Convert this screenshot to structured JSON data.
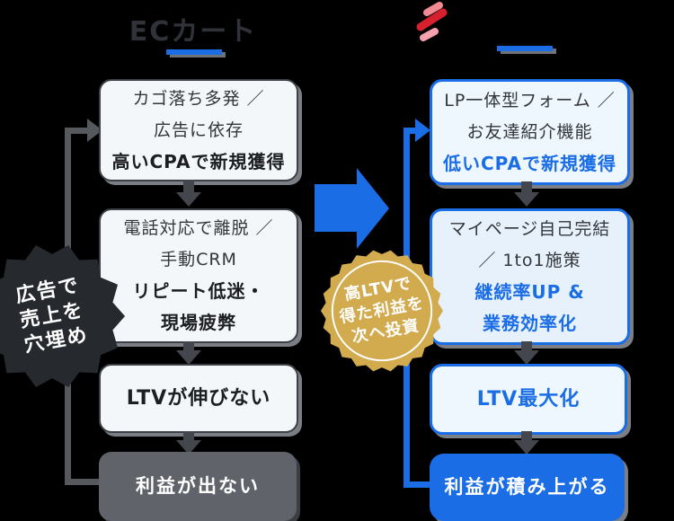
{
  "left": {
    "title": "ECカート",
    "box1": {
      "line1": "カゴ落ち多発 ／",
      "line2": "広告に依存",
      "line3": "高いCPAで新規獲得"
    },
    "box2": {
      "line1": "電話対応で離脱 ／",
      "line2": "手動CRM",
      "line3": "リピート低迷・",
      "line4": "現場疲弊"
    },
    "box3": {
      "line1": "LTVが伸びない"
    },
    "box4": {
      "line1": "利益が出ない"
    },
    "badge": {
      "line1": "広告で",
      "line2": "売上を",
      "line3": "穴埋め"
    }
  },
  "center": {
    "badge": {
      "line1": "高LTVで",
      "line2": "得た利益を",
      "line3": "次へ投資"
    }
  },
  "right": {
    "box1": {
      "line1": "LP一体型フォーム ／",
      "line2": "お友達紹介機能",
      "line3": "低いCPAで新規獲得"
    },
    "box2": {
      "line1": "マイページ自己完結",
      "line2": "／ 1to1施策",
      "line3": "継続率UP &",
      "line4": "業務効率化"
    },
    "box3": {
      "line1": "LTV最大化"
    },
    "box4": {
      "line1": "利益が積み上がる"
    }
  },
  "icons": {
    "logo": "red-diagonal-stripes-logo",
    "transform_arrow": "right-arrow",
    "left_loop": "gray-feedback-loop-arrow",
    "right_loop": "blue-feedback-loop-arrow"
  },
  "colors": {
    "accent_blue": "#1a6de5",
    "gold": "#d2ab4f",
    "badge_dark": "#26292e",
    "logo_red": "#d6202e",
    "logo_red_light": "#f28a93",
    "dark_box": "#60646a",
    "shadow_gray": "#7b7e84"
  }
}
